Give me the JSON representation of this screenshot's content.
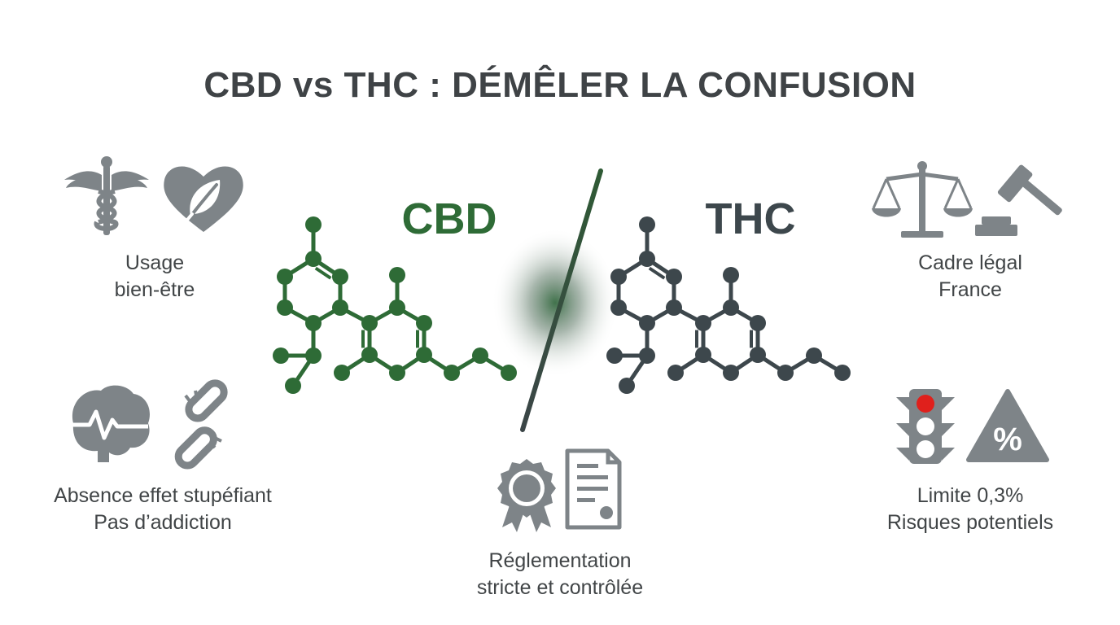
{
  "title": "CBD vs THC : DÉMÊLER LA CONFUSION",
  "cbd": {
    "label": "CBD",
    "color": "#2e6b36"
  },
  "thc": {
    "label": "THC",
    "color": "#3d474c"
  },
  "icon_color": "#7e8488",
  "traffic_light_color": "#e0201c",
  "features": {
    "wellbeing": {
      "lines": [
        "Usage",
        "bien-être"
      ],
      "icons": [
        "caduceus-icon",
        "heart-leaf-icon"
      ]
    },
    "no_narcotic": {
      "lines": [
        "Absence effet stupéfiant",
        "Pas d’addiction"
      ],
      "icons": [
        "brain-pulse-icon",
        "broken-chain-icon"
      ]
    },
    "regulation": {
      "lines": [
        "Réglementation",
        "stricte et contrôlée"
      ],
      "icons": [
        "award-ribbon-icon",
        "document-icon"
      ]
    },
    "legal": {
      "lines": [
        "Cadre légal",
        "France"
      ],
      "icons": [
        "scales-icon",
        "gavel-icon"
      ]
    },
    "limit": {
      "lines": [
        "Limite 0,3%",
        "Risques potentiels"
      ],
      "percent_glyph": "%",
      "icons": [
        "traffic-light-icon",
        "warning-percent-icon"
      ]
    }
  }
}
